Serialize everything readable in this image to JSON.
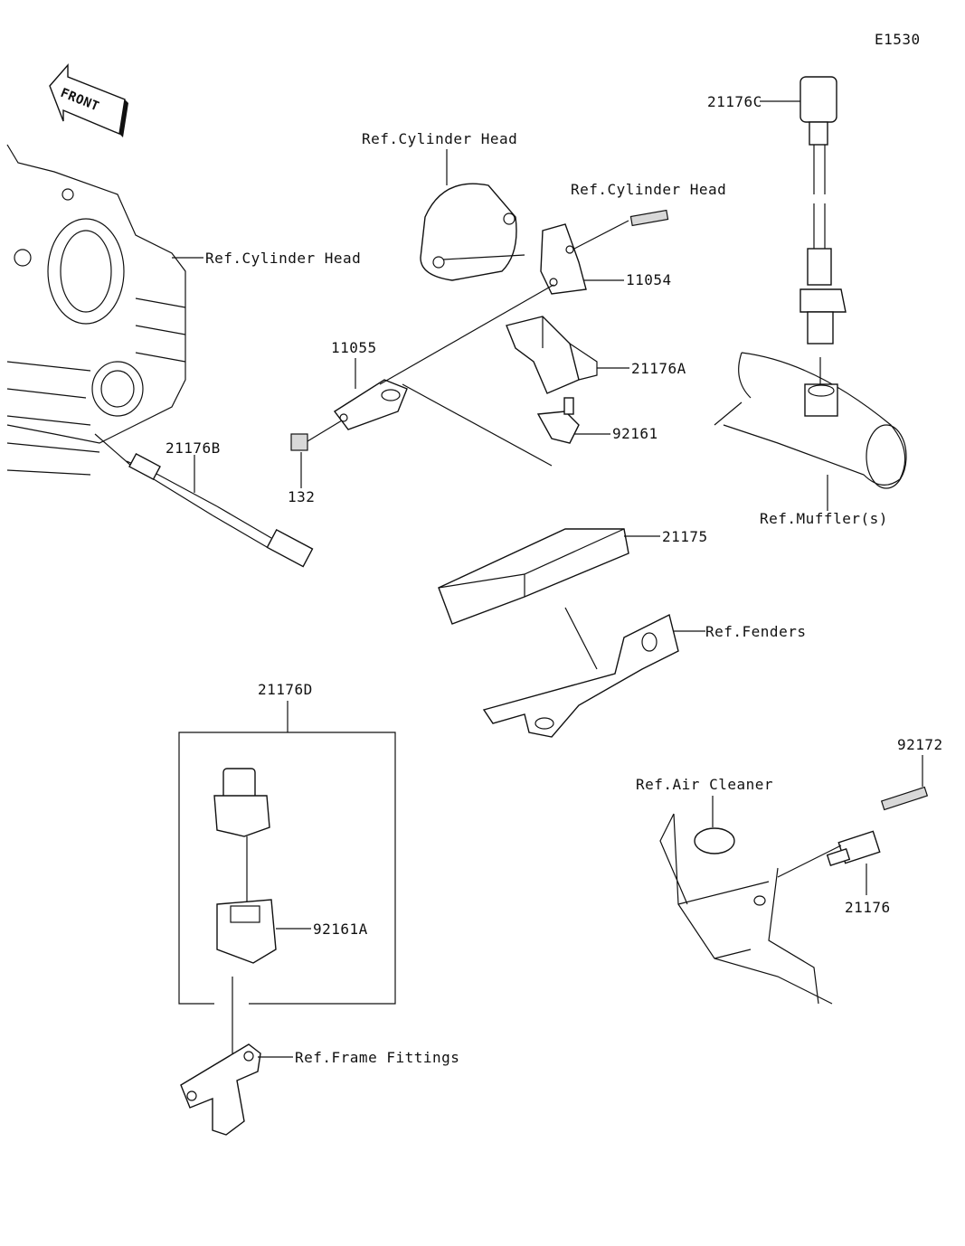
{
  "diagram_code": "E1530",
  "front_arrow": "FRONT",
  "labels": {
    "p21176C": "21176C",
    "ref_cyl_head_1": "Ref.Cylinder Head",
    "ref_cyl_head_2": "Ref.Cylinder Head",
    "ref_cyl_head_3": "Ref.Cylinder Head",
    "p11054": "11054",
    "p11055": "11055",
    "p21176A": "21176A",
    "p92161": "92161",
    "p21176B": "21176B",
    "p132": "132",
    "ref_muffler": "Ref.Muffler(s)",
    "p21175": "21175",
    "ref_fenders": "Ref.Fenders",
    "p21176D": "21176D",
    "p92172": "92172",
    "ref_air_cleaner": "Ref.Air Cleaner",
    "p21176": "21176",
    "p92161A": "92161A",
    "ref_frame_fittings": "Ref.Frame Fittings"
  }
}
